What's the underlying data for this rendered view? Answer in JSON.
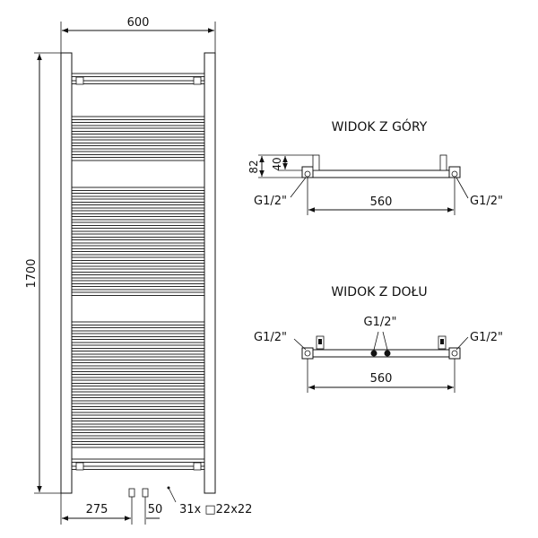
{
  "front_view": {
    "width_label": "600",
    "height_label": "1700",
    "left_offset_label": "275",
    "spacing_label": "50",
    "bars_label": "31x □22x22",
    "bar_count": 31
  },
  "top_view": {
    "title": "WIDOK Z GÓRY",
    "depth_total_label": "82",
    "depth_inner_label": "40",
    "connection_label": "G1/2\"",
    "connection_label_right": "G1/2\"",
    "spacing_label": "560"
  },
  "bottom_view": {
    "title": "WIDOK Z DOŁU",
    "connection_left_label": "G1/2\"",
    "connection_center_label": "G1/2\"",
    "connection_right_label": "G1/2\"",
    "spacing_label": "560"
  }
}
